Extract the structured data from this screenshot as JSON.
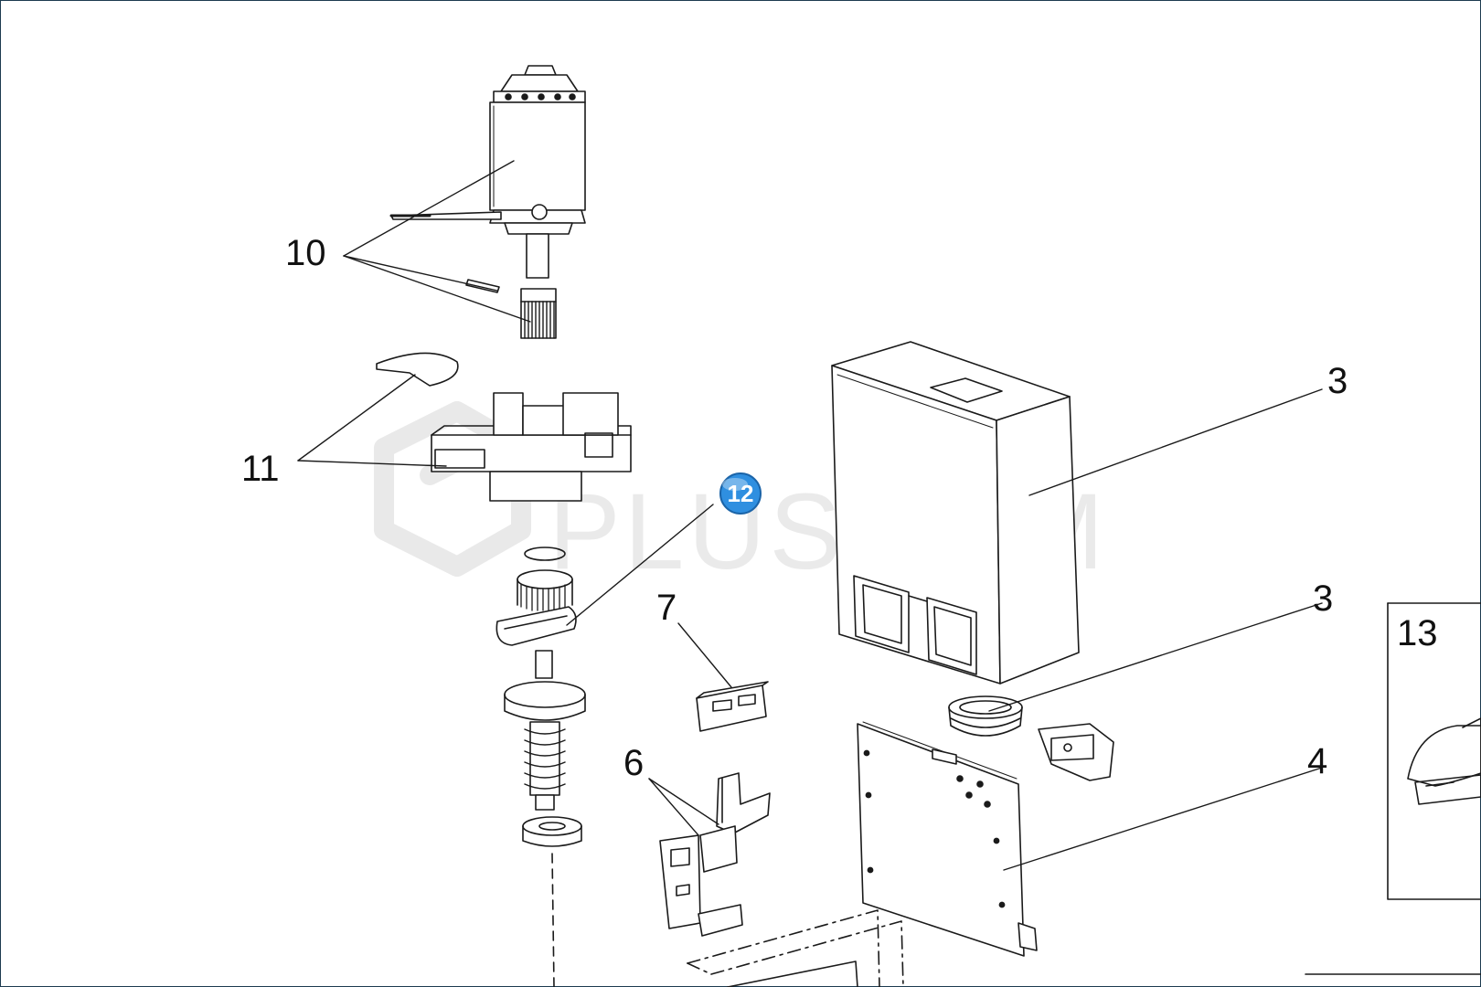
{
  "watermark": {
    "text": "PLUSCOM"
  },
  "callouts": [
    {
      "id": "10",
      "label": "10"
    },
    {
      "id": "11",
      "label": "11"
    },
    {
      "id": "12",
      "label": "12"
    },
    {
      "id": "3a",
      "label": "3"
    },
    {
      "id": "3b",
      "label": "3"
    },
    {
      "id": "7",
      "label": "7"
    },
    {
      "id": "6",
      "label": "6"
    },
    {
      "id": "4",
      "label": "4"
    },
    {
      "id": "13",
      "label": "13"
    }
  ],
  "colors": {
    "line": "#1a1a1a",
    "badge": "#2f8fe0",
    "frame": "#1d3b50",
    "watermark": "#d9d9d9"
  }
}
